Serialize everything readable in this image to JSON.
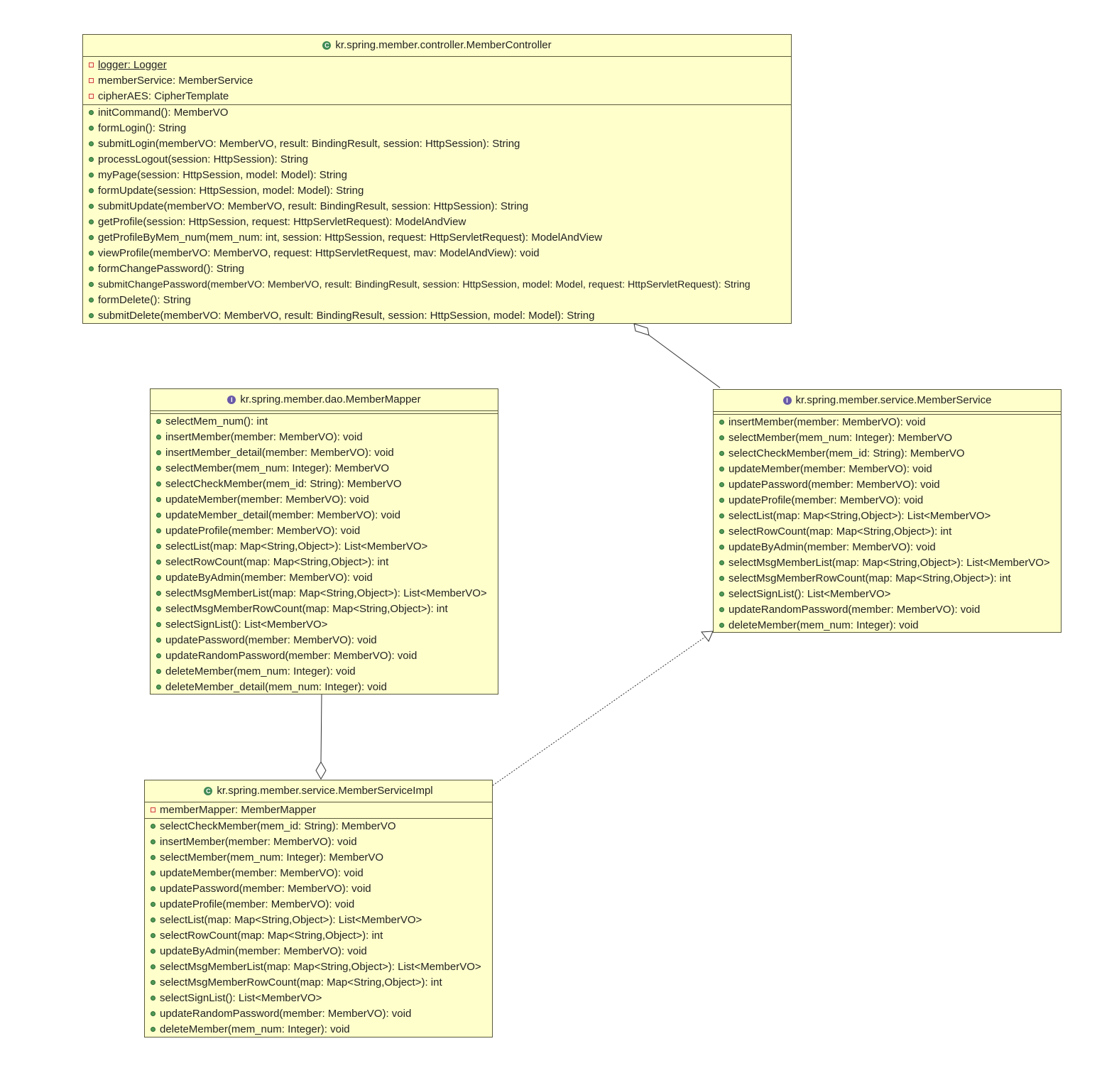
{
  "colors": {
    "class_fill": "#ffffcc",
    "class_border": "#5a5a3c",
    "class_icon": "#3f8a55",
    "interface_icon": "#6a5aa8",
    "private_marker": "#d03c3c",
    "public_marker": "#4f9a56",
    "connector": "#333333"
  },
  "classes": {
    "controller": {
      "kind": "class",
      "kind_icon": "class-icon",
      "name": "kr.spring.member.controller.MemberController",
      "fields": [
        {
          "text": " logger: Logger",
          "visibility": "private",
          "static": true
        },
        {
          "text": "memberService: MemberService",
          "visibility": "private",
          "static": false
        },
        {
          "text": "cipherAES: CipherTemplate",
          "visibility": "private",
          "static": false
        }
      ],
      "methods": [
        "initCommand(): MemberVO",
        "formLogin(): String",
        "submitLogin(memberVO: MemberVO, result: BindingResult, session: HttpSession): String",
        "processLogout(session: HttpSession): String",
        "myPage(session: HttpSession, model: Model): String",
        "formUpdate(session: HttpSession, model: Model): String",
        "submitUpdate(memberVO: MemberVO, result: BindingResult, session: HttpSession): String",
        "getProfile(session: HttpSession, request: HttpServletRequest): ModelAndView",
        "getProfileByMem_num(mem_num: int, session: HttpSession, request: HttpServletRequest): ModelAndView",
        "viewProfile(memberVO: MemberVO, request: HttpServletRequest, mav: ModelAndView): void",
        "formChangePassword(): String",
        "submitChangePassword(memberVO: MemberVO, result: BindingResult, session: HttpSession, model: Model, request: HttpServletRequest): String",
        "formDelete(): String",
        "submitDelete(memberVO: MemberVO, result: BindingResult, session: HttpSession, model: Model): String"
      ]
    },
    "mapper": {
      "kind": "interface",
      "kind_icon": "interface-icon",
      "name": "kr.spring.member.dao.MemberMapper",
      "fields": [],
      "methods": [
        "selectMem_num(): int",
        "insertMember(member: MemberVO): void",
        "insertMember_detail(member: MemberVO): void",
        "selectMember(mem_num: Integer): MemberVO",
        "selectCheckMember(mem_id: String): MemberVO",
        "updateMember(member: MemberVO): void",
        "updateMember_detail(member: MemberVO): void",
        "updateProfile(member: MemberVO): void",
        "selectList(map: Map<String,Object>): List<MemberVO>",
        "selectRowCount(map: Map<String,Object>): int",
        "updateByAdmin(member: MemberVO): void",
        "selectMsgMemberList(map: Map<String,Object>): List<MemberVO>",
        "selectMsgMemberRowCount(map: Map<String,Object>): int",
        "selectSignList(): List<MemberVO>",
        "updatePassword(member: MemberVO): void",
        "updateRandomPassword(member: MemberVO): void",
        "deleteMember(mem_num: Integer): void",
        "deleteMember_detail(mem_num: Integer): void"
      ]
    },
    "service": {
      "kind": "interface",
      "kind_icon": "interface-icon",
      "name": "kr.spring.member.service.MemberService",
      "fields": [],
      "methods": [
        "insertMember(member: MemberVO): void",
        "selectMember(mem_num: Integer): MemberVO",
        "selectCheckMember(mem_id: String): MemberVO",
        "updateMember(member: MemberVO): void",
        "updatePassword(member: MemberVO): void",
        "updateProfile(member: MemberVO): void",
        "selectList(map: Map<String,Object>): List<MemberVO>",
        "selectRowCount(map: Map<String,Object>): int",
        "updateByAdmin(member: MemberVO): void",
        "selectMsgMemberList(map: Map<String,Object>): List<MemberVO>",
        "selectMsgMemberRowCount(map: Map<String,Object>): int",
        "selectSignList(): List<MemberVO>",
        "updateRandomPassword(member: MemberVO): void",
        "deleteMember(mem_num: Integer): void"
      ]
    },
    "serviceImpl": {
      "kind": "class",
      "kind_icon": "class-icon",
      "name": "kr.spring.member.service.MemberServiceImpl",
      "fields": [
        {
          "text": "memberMapper: MemberMapper",
          "visibility": "private",
          "static": false
        }
      ],
      "methods": [
        "selectCheckMember(mem_id: String): MemberVO",
        "insertMember(member: MemberVO): void",
        "selectMember(mem_num: Integer): MemberVO",
        "updateMember(member: MemberVO): void",
        "updatePassword(member: MemberVO): void",
        "updateProfile(member: MemberVO): void",
        "selectList(map: Map<String,Object>): List<MemberVO>",
        "selectRowCount(map: Map<String,Object>): int",
        "updateByAdmin(member: MemberVO): void",
        "selectMsgMemberList(map: Map<String,Object>): List<MemberVO>",
        "selectMsgMemberRowCount(map: Map<String,Object>): int",
        "selectSignList(): List<MemberVO>",
        "updateRandomPassword(member: MemberVO): void",
        "deleteMember(mem_num: Integer): void"
      ]
    }
  },
  "relations": [
    {
      "type": "aggregation",
      "whole": "controller",
      "part": "service"
    },
    {
      "type": "aggregation",
      "whole": "serviceImpl",
      "part": "mapper"
    },
    {
      "type": "realization",
      "from": "serviceImpl",
      "to": "service"
    }
  ]
}
